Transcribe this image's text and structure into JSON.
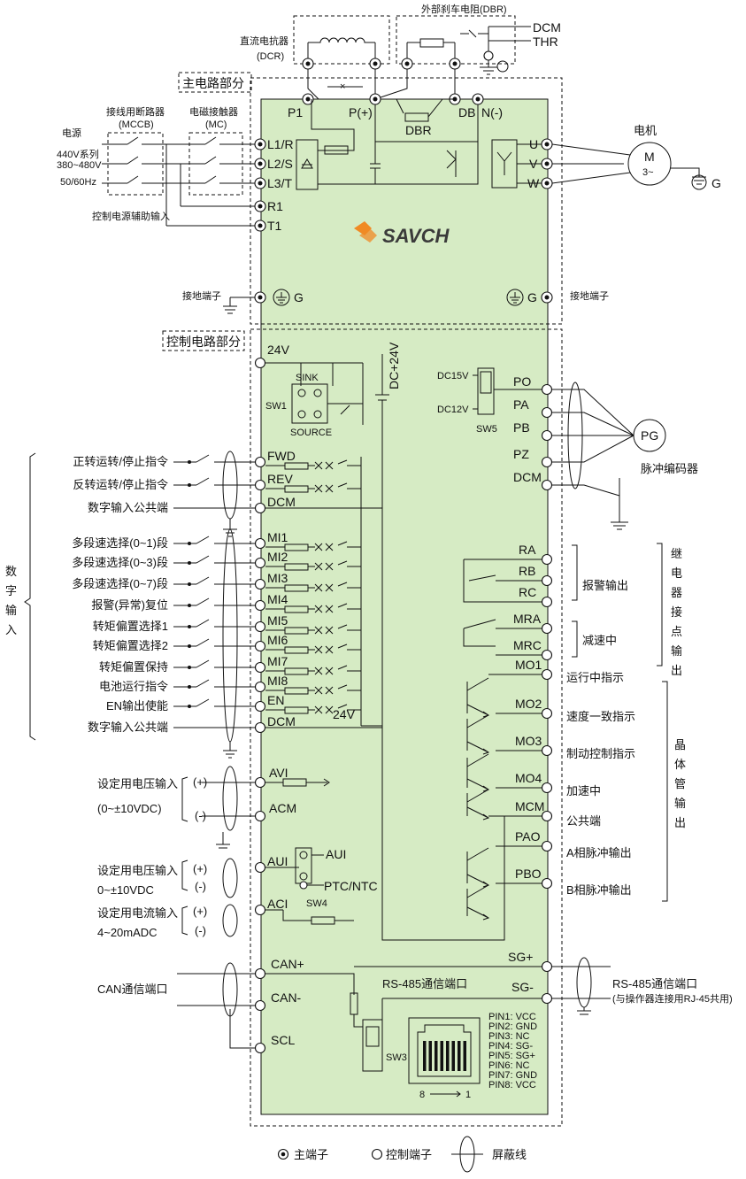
{
  "sections": {
    "main": "主电路部分",
    "control": "控制电路部分"
  },
  "logo": "SAVCH",
  "top": {
    "dcr_title": "直流电抗器",
    "dcr_code": "(DCR)",
    "dbr_title": "外部刹车电阻(DBR)",
    "dcm": "DCM",
    "thr": "THR"
  },
  "bus": {
    "p1": "P1",
    "pplus": "P(+)",
    "db": "DB",
    "nminus": "N(-)",
    "dbr": "DBR"
  },
  "power": {
    "label": "电源",
    "v1": "440V系列",
    "v2": "380~480V",
    "freq": "50/60Hz",
    "mccb_title": "接线用断路器",
    "mccb_code": "(MCCB)",
    "mc_title": "电磁接触器",
    "mc_code": "(MC)",
    "aux": "控制电源辅助输入"
  },
  "inputs": [
    "L1/R",
    "L2/S",
    "L3/T",
    "R1",
    "T1"
  ],
  "outputs": [
    "U",
    "V",
    "W"
  ],
  "motor": {
    "title": "电机",
    "m": "M",
    "phase": "3~",
    "g": "G"
  },
  "ground": {
    "left": "接地端子",
    "right": "接地端子",
    "g": "G"
  },
  "ctrl": {
    "v24": "24V",
    "sink": "SINK",
    "source": "SOURCE",
    "sw1": "SW1",
    "dc24": "DC+24V",
    "dc15": "DC15V",
    "dc12": "DC12V",
    "sw5": "SW5",
    "v24b": "24V"
  },
  "pg": {
    "terms": [
      "PO",
      "PA",
      "PB",
      "PZ",
      "DCM"
    ],
    "pg": "PG",
    "label": "脉冲编码器"
  },
  "digital": {
    "group_label": "数字输入",
    "terms": [
      "FWD",
      "REV",
      "DCM",
      "MI1",
      "MI2",
      "MI3",
      "MI4",
      "MI5",
      "MI6",
      "MI7",
      "MI8",
      "EN",
      "DCM"
    ],
    "labels": [
      "正转运转/停止指令",
      "反转运转/停止指令",
      "数字输入公共端",
      "多段速选择(0~1)段",
      "多段速选择(0~3)段",
      "多段速选择(0~7)段",
      "报警(异常)复位",
      "转矩偏置选择1",
      "转矩偏置选择2",
      "转矩偏置保持",
      "电池运行指令",
      "EN输出使能",
      "数字输入公共端"
    ]
  },
  "relay": {
    "terms": [
      "RA",
      "RB",
      "RC",
      "MRA",
      "MRC"
    ],
    "alarm": "报警输出",
    "decel": "减速中",
    "group_label": "继电器接点输出"
  },
  "transistor": {
    "terms": [
      "MO1",
      "MO2",
      "MO3",
      "MO4",
      "MCM",
      "PAO",
      "PBO"
    ],
    "labels": [
      "运行中指示",
      "速度一致指示",
      "制动控制指示",
      "加速中",
      "公共端",
      "A相脉冲输出",
      "B相脉冲输出"
    ],
    "group_label": "晶体管输出"
  },
  "analog": {
    "avi": "AVI",
    "acm": "ACM",
    "aui": "AUI",
    "aci": "ACI",
    "aui_sw": "AUI",
    "ptc": "PTC/NTC",
    "sw4": "SW4",
    "v_in1": "设定用电压输入",
    "v_range1": "(0~±10VDC)",
    "v_in2": "设定用电压输入",
    "v_range2": "0~±10VDC",
    "i_in": "设定用电流输入",
    "i_range": "4~20mADC",
    "plus": "(+)",
    "minus": "(-)"
  },
  "comm": {
    "can_plus": "CAN+",
    "can_minus": "CAN-",
    "scl": "SCL",
    "can_label": "CAN通信端口",
    "sgp": "SG+",
    "sgm": "SG-",
    "rs485": "RS-485通信端口",
    "rs485_right": "RS-485通信端口",
    "rs485_note": "(与操作器连接用RJ-45共用)",
    "sw3": "SW3",
    "pin8": "8",
    "pin1": "1",
    "pins": [
      "PIN1: VCC",
      "PIN2: GND",
      "PIN3: NC",
      "PIN4: SG-",
      "PIN5: SG+",
      "PIN6: NC",
      "PIN7: GND",
      "PIN8: VCC"
    ]
  },
  "legend": {
    "main": "主端子",
    "ctrl": "控制端子",
    "shield": "屏蔽线"
  },
  "colors": {
    "panel": "#d6ebc4",
    "line": "#111111",
    "logo_orange": "#f08a24",
    "logo_dark": "#3a3a3a"
  }
}
